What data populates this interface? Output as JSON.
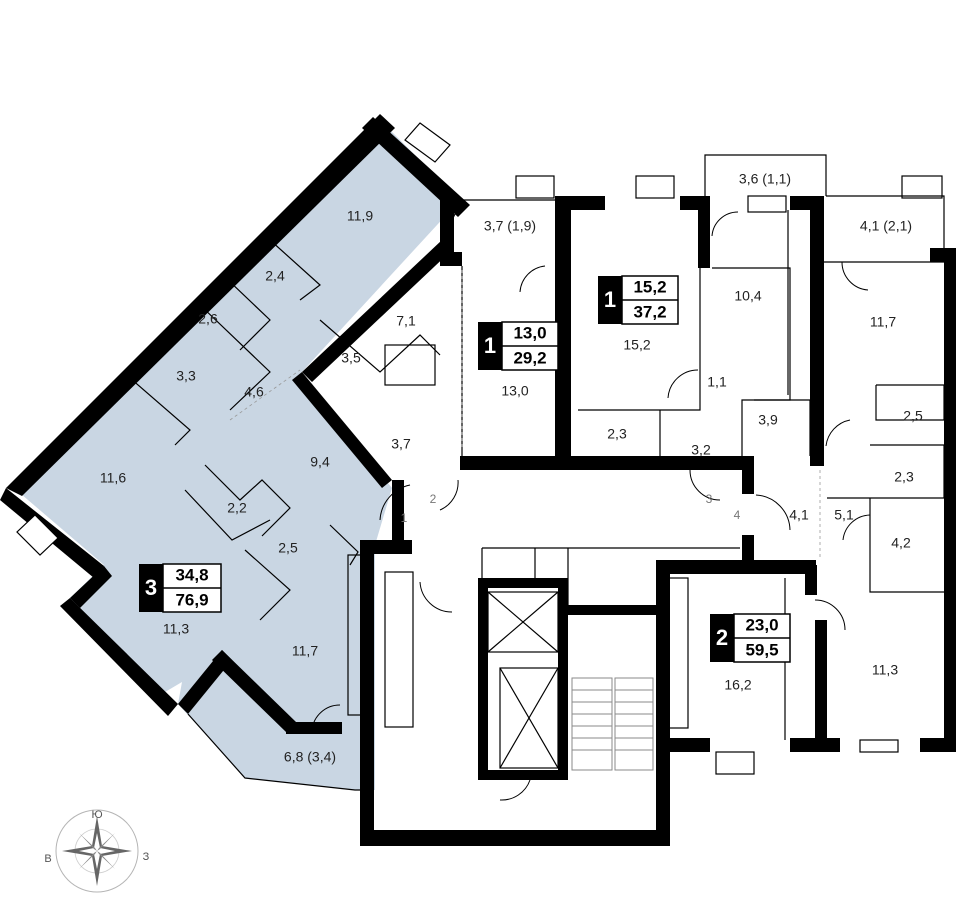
{
  "apartments": [
    {
      "rooms": "3",
      "living": "34,8",
      "total": "76,9"
    },
    {
      "rooms": "1",
      "living": "13,0",
      "total": "29,2"
    },
    {
      "rooms": "1",
      "living": "15,2",
      "total": "37,2"
    },
    {
      "rooms": "2",
      "living": "23,0",
      "total": "59,5"
    }
  ],
  "room_areas": [
    "11,9",
    "2,4",
    "2,6",
    "3,3",
    "4,6",
    "11,6",
    "9,4",
    "2,2",
    "2,5",
    "11,3",
    "11,7",
    "6,8 (3,4)",
    "3,7 (1,9)",
    "7,1",
    "3,5",
    "3,7",
    "13,0",
    "15,2",
    "2,3",
    "3,6 (1,1)",
    "10,4",
    "1,1",
    "3,9",
    "3,2",
    "4,1 (2,1)",
    "11,7",
    "2,5",
    "2,3",
    "4,1",
    "5,1",
    "4,2",
    "16,2",
    "11,3"
  ],
  "doors": [
    "1",
    "2",
    "3",
    "4"
  ],
  "compass": {
    "north": "Ю",
    "west": "В",
    "east": "З"
  },
  "colors": {
    "apartment_3_fill": "#c9d6e3",
    "wall": "#000000",
    "badge": "#000000"
  }
}
